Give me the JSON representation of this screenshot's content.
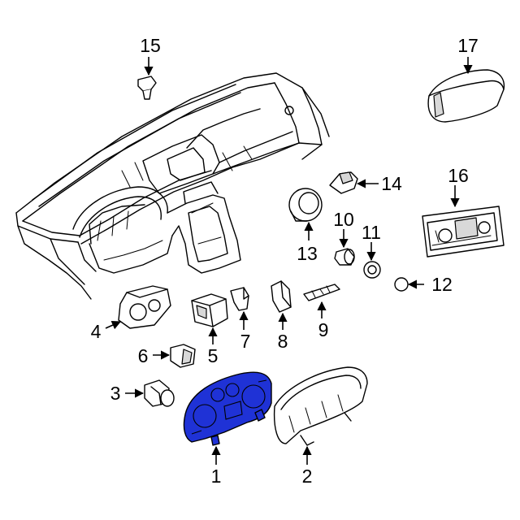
{
  "diagram": {
    "highlight_color": "#1f32d6",
    "callouts": [
      {
        "id": "c1",
        "text": "1"
      },
      {
        "id": "c2",
        "text": "2"
      },
      {
        "id": "c3",
        "text": "3"
      },
      {
        "id": "c4",
        "text": "4"
      },
      {
        "id": "c5",
        "text": "5"
      },
      {
        "id": "c6",
        "text": "6"
      },
      {
        "id": "c7",
        "text": "7"
      },
      {
        "id": "c8",
        "text": "8"
      },
      {
        "id": "c9",
        "text": "9"
      },
      {
        "id": "c10",
        "text": "10"
      },
      {
        "id": "c11",
        "text": "11"
      },
      {
        "id": "c12",
        "text": "12"
      },
      {
        "id": "c13",
        "text": "13"
      },
      {
        "id": "c14",
        "text": "14"
      },
      {
        "id": "c15",
        "text": "15"
      },
      {
        "id": "c16",
        "text": "16"
      },
      {
        "id": "c17",
        "text": "17"
      }
    ]
  }
}
